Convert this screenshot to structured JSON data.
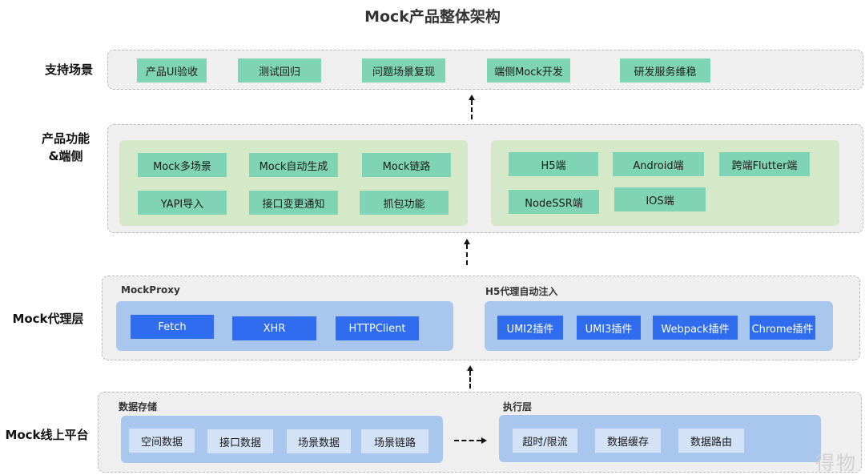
{
  "title": "Mock产品整体架构",
  "layers": {
    "scenarios": {
      "label": "支持场景",
      "items": [
        "产品UI验收",
        "测试回归",
        "问题场景复现",
        "端侧Mock开发",
        "研发服务维稳"
      ]
    },
    "features": {
      "label_line1": "产品功能",
      "label_line2": "&端侧",
      "functions": [
        "Mock多场景",
        "Mock自动生成",
        "Mock链路",
        "YAPI导入",
        "接口变更通知",
        "抓包功能"
      ],
      "endpoints": [
        "H5端",
        "Android端",
        "跨端Flutter端",
        "NodeSSR端",
        "IOS端"
      ]
    },
    "proxy": {
      "label": "Mock代理层",
      "mockproxy_title": "MockProxy",
      "mockproxy_items": [
        "Fetch",
        "XHR",
        "HTTPClient"
      ],
      "h5_title": "H5代理自动注入",
      "h5_items": [
        "UMI2插件",
        "UMI3插件",
        "Webpack插件",
        "Chrome插件"
      ]
    },
    "platform": {
      "label": "Mock线上平台",
      "storage_title": "数据存储",
      "storage_items": [
        "空间数据",
        "接口数据",
        "场景数据",
        "场景链路"
      ],
      "exec_title": "执行层",
      "exec_items": [
        "超时/限流",
        "数据缓存",
        "数据路由"
      ]
    }
  },
  "watermark": "得物",
  "colors": {
    "layer_bg": "#efefef",
    "teal": "#7fd4b6",
    "green_panel": "#d5e9c8",
    "blue_panel": "#a9c6ef",
    "dark_blue": "#2f6cf0",
    "light_blue": "#d3e2f7"
  }
}
